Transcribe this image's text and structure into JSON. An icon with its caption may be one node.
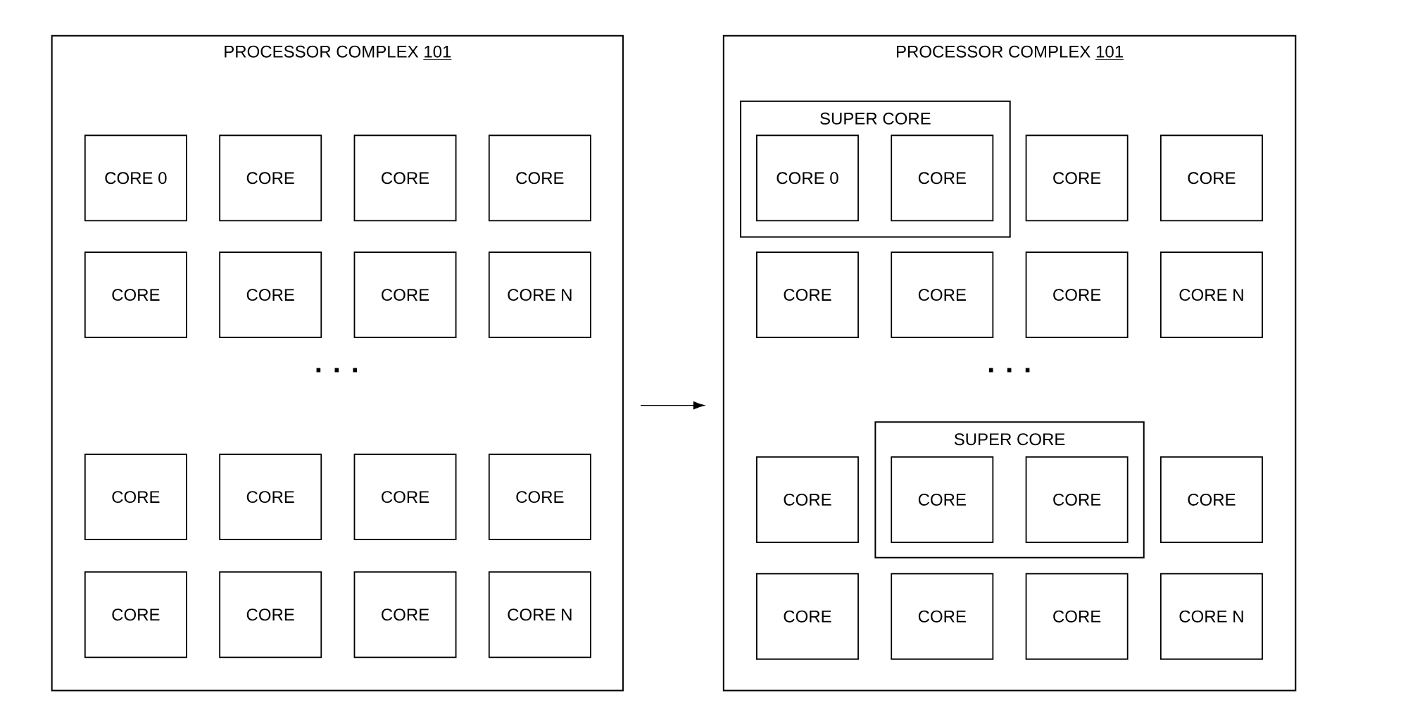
{
  "diagram": {
    "nodes": [
      {
        "text": [
          "PROCESSOR COMPLEX",
          "101"
        ]
      },
      {
        "text": [
          "CORE 0"
        ],
        "in": 0
      },
      {
        "text": [
          "CORE"
        ],
        "in": 0
      },
      {
        "text": [
          "CORE"
        ],
        "in": 0
      },
      {
        "text": [
          "CORE"
        ],
        "in": 0
      },
      {
        "text": [
          "CORE"
        ],
        "in": 0
      },
      {
        "text": [
          "CORE"
        ],
        "in": 0
      },
      {
        "text": [
          "CORE"
        ],
        "in": 0
      },
      {
        "text": [
          "CORE N"
        ],
        "in": 0
      },
      {
        "text": [
          "CORE"
        ],
        "in": 0
      },
      {
        "text": [
          "CORE"
        ],
        "in": 0
      },
      {
        "text": [
          "CORE"
        ],
        "in": 0
      },
      {
        "text": [
          "CORE"
        ],
        "in": 0
      },
      {
        "text": [
          "CORE"
        ],
        "in": 0
      },
      {
        "text": [
          "CORE"
        ],
        "in": 0
      },
      {
        "text": [
          "CORE"
        ],
        "in": 0
      },
      {
        "text": [
          "CORE N"
        ],
        "in": 0
      },
      {
        "text": [
          "PROCESSOR COMPLEX",
          "101"
        ]
      },
      {
        "text": [
          "SUPER CORE"
        ],
        "in": 17
      },
      {
        "text": [
          "CORE 0"
        ],
        "in": 18
      },
      {
        "text": [
          "CORE"
        ],
        "in": 18
      },
      {
        "text": [
          "CORE"
        ],
        "in": 17
      },
      {
        "text": [
          "CORE"
        ],
        "in": 17
      },
      {
        "text": [
          "CORE"
        ],
        "in": 17
      },
      {
        "text": [
          "CORE"
        ],
        "in": 17
      },
      {
        "text": [
          "CORE"
        ],
        "in": 17
      },
      {
        "text": [
          "CORE N"
        ],
        "in": 17
      },
      {
        "text": [
          "CORE"
        ],
        "in": 17
      },
      {
        "text": [
          "SUPER CORE"
        ],
        "in": 17
      },
      {
        "text": [
          "CORE"
        ],
        "in": 28
      },
      {
        "text": [
          "CORE"
        ],
        "in": 28
      },
      {
        "text": [
          "CORE"
        ],
        "in": 17
      },
      {
        "text": [
          "CORE"
        ],
        "in": 17
      },
      {
        "text": [
          "CORE"
        ],
        "in": 17
      },
      {
        "text": [
          "CORE"
        ],
        "in": 17
      },
      {
        "text": [
          "CORE N"
        ],
        "in": 17
      }
    ],
    "edges": [
      {
        "from": 0,
        "to": 17,
        "arrow": "to"
      }
    ],
    "labels": [
      ". . .",
      ". . ."
    ]
  }
}
